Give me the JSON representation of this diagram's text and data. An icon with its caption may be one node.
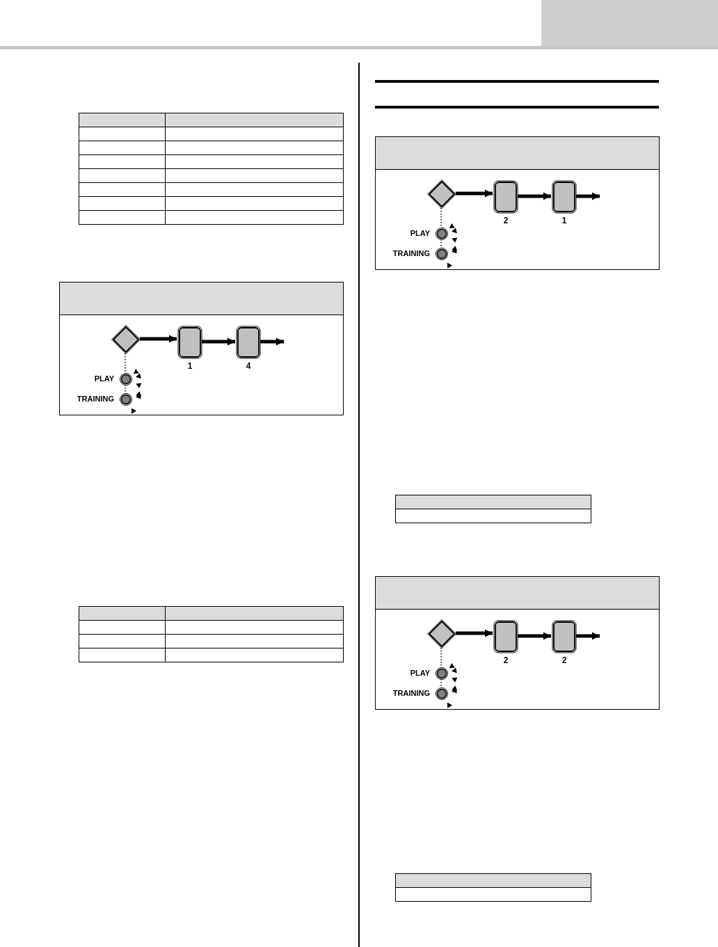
{
  "diagram": {
    "nodes": [
      {
        "text": [],
        "shape": "box"
      },
      {
        "text": [],
        "shape": "diamond",
        "in": 0
      },
      {
        "text": [],
        "shape": "box",
        "beside": [
          "1"
        ],
        "in": 0
      },
      {
        "text": [],
        "shape": "box",
        "beside": [
          "4"
        ],
        "in": 0
      },
      {
        "text": [],
        "shape": "circle",
        "beside": [
          "PLAY"
        ],
        "in": 0
      },
      {
        "text": [],
        "shape": "circle",
        "beside": [
          "TRAINING"
        ],
        "in": 0
      },
      {
        "text": [],
        "shape": "box"
      },
      {
        "text": [],
        "shape": "diamond",
        "in": 6
      },
      {
        "text": [],
        "shape": "box",
        "beside": [
          "2"
        ],
        "in": 6
      },
      {
        "text": [],
        "shape": "box",
        "beside": [
          "1"
        ],
        "in": 6
      },
      {
        "text": [],
        "shape": "circle",
        "beside": [
          "PLAY"
        ],
        "in": 6
      },
      {
        "text": [],
        "shape": "circle",
        "beside": [
          "TRAINING"
        ],
        "in": 6
      },
      {
        "text": [],
        "shape": "box"
      },
      {
        "text": [],
        "shape": "diamond",
        "in": 12
      },
      {
        "text": [],
        "shape": "box",
        "beside": [
          "2"
        ],
        "in": 12
      },
      {
        "text": [],
        "shape": "box",
        "beside": [
          "2"
        ],
        "in": 12
      },
      {
        "text": [],
        "shape": "circle",
        "beside": [
          "PLAY"
        ],
        "in": 12
      },
      {
        "text": [],
        "shape": "circle",
        "beside": [
          "TRAINING"
        ],
        "in": 12
      }
    ],
    "edges": [
      {
        "from": 1,
        "to": 2,
        "arrow": "to"
      },
      {
        "from": 2,
        "to": 3,
        "arrow": "to"
      },
      {
        "from": 3,
        "to": null,
        "arrow": "to"
      },
      {
        "from": 1,
        "to": 4,
        "arrow": "none",
        "style": "dashed"
      },
      {
        "from": 4,
        "to": 5,
        "arrow": "none",
        "style": "dashed"
      },
      {
        "from": 7,
        "to": 8,
        "arrow": "to"
      },
      {
        "from": 8,
        "to": 9,
        "arrow": "to"
      },
      {
        "from": 9,
        "to": null,
        "arrow": "to"
      },
      {
        "from": 7,
        "to": 10,
        "arrow": "none",
        "style": "dashed"
      },
      {
        "from": 10,
        "to": 11,
        "arrow": "none",
        "style": "dashed"
      },
      {
        "from": 13,
        "to": 14,
        "arrow": "to"
      },
      {
        "from": 14,
        "to": 15,
        "arrow": "to"
      },
      {
        "from": 15,
        "to": null,
        "arrow": "to"
      },
      {
        "from": 13,
        "to": 16,
        "arrow": "none",
        "style": "dashed"
      },
      {
        "from": 16,
        "to": 17,
        "arrow": "none",
        "style": "dashed"
      }
    ]
  }
}
